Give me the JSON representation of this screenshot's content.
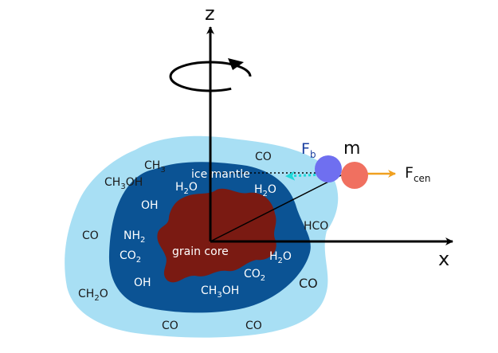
{
  "axes": {
    "z": "z",
    "x": "x"
  },
  "labels": {
    "ice_mantle": "ice mantle",
    "grain_core": "grain core",
    "mass": "m",
    "f_b_main": "F",
    "f_b_sub": "b",
    "f_cen_main": "F",
    "f_cen_sub": "cen"
  },
  "molecules_outer": [
    {
      "main": "CO",
      "sub": "",
      "tail": ""
    },
    {
      "main": "CH",
      "sub": "3",
      "tail": ""
    },
    {
      "main": "CH",
      "sub": "3",
      "tail": "OH"
    },
    {
      "main": "CO",
      "sub": "",
      "tail": ""
    },
    {
      "main": "HCO",
      "sub": "",
      "tail": ""
    },
    {
      "main": "CO",
      "sub": "",
      "tail": ""
    },
    {
      "main": "CH",
      "sub": "2",
      "tail": "O"
    },
    {
      "main": "CO",
      "sub": "",
      "tail": ""
    },
    {
      "main": "CO",
      "sub": "",
      "tail": ""
    }
  ],
  "molecules_inner": [
    {
      "main": "H",
      "sub": "2",
      "tail": "O"
    },
    {
      "main": "H",
      "sub": "2",
      "tail": "O"
    },
    {
      "main": "OH",
      "sub": "",
      "tail": ""
    },
    {
      "main": "NH",
      "sub": "2",
      "tail": ""
    },
    {
      "main": "CO",
      "sub": "2",
      "tail": ""
    },
    {
      "main": "OH",
      "sub": "",
      "tail": ""
    },
    {
      "main": "H",
      "sub": "2",
      "tail": "O"
    },
    {
      "main": "CO",
      "sub": "2",
      "tail": ""
    },
    {
      "main": "CH",
      "sub": "3",
      "tail": "OH"
    }
  ],
  "colors": {
    "outer_ice": "#a8dff4",
    "mantle": "#0b5394",
    "core": "#7a1a12",
    "particle_blue": "#6f6ff0",
    "particle_red": "#f07060",
    "arrow_orange": "#f0a020",
    "arrow_cyan": "#20d8d8",
    "label_blue": "#1a3fa0"
  }
}
